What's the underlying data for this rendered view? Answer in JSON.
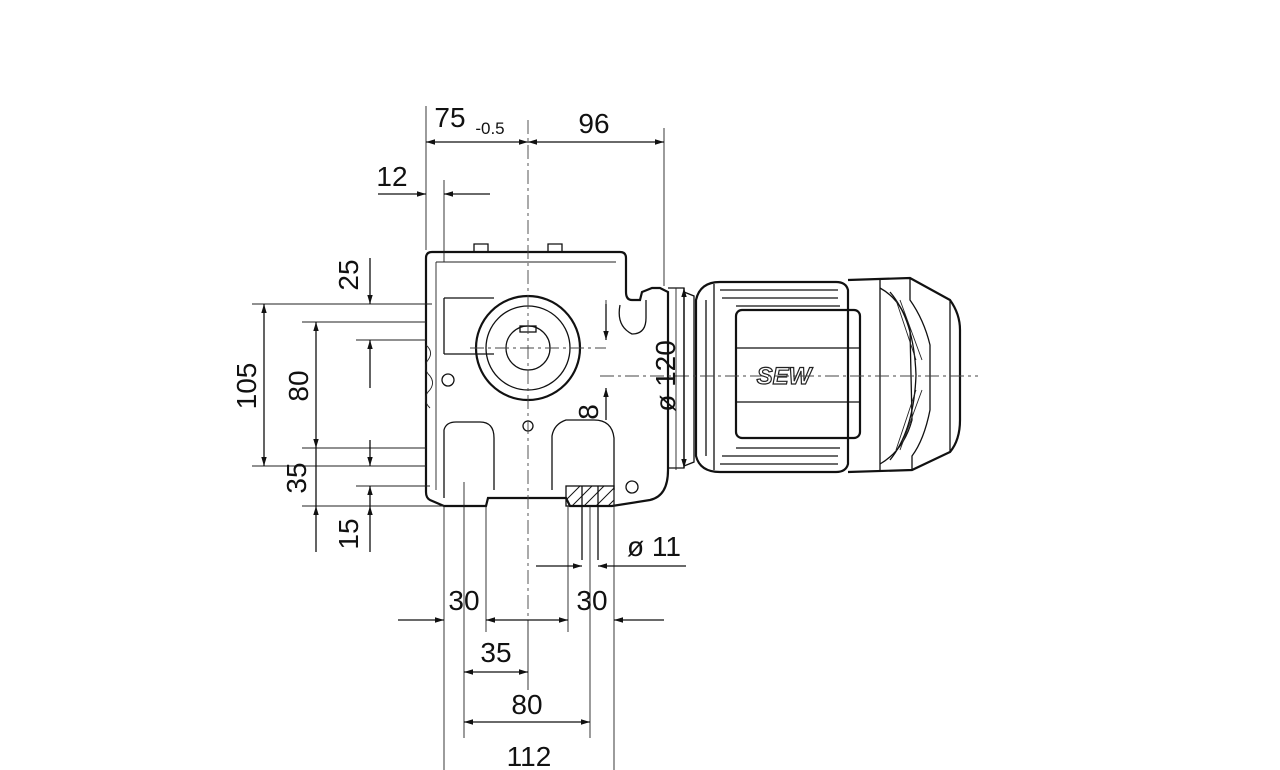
{
  "drawing": {
    "brand_logo": "SEW",
    "dimensions": {
      "top_left": "75",
      "top_left_tolerance": "-0.5",
      "top_right": "96",
      "flange_offset": "12",
      "left_25": "25",
      "left_105": "105",
      "left_80": "80",
      "left_35": "35",
      "left_15": "15",
      "bore_8": "8",
      "motor_diameter": "ø 120",
      "hole_diameter": "ø 11",
      "bottom_30_left": "30",
      "bottom_30_right": "30",
      "bottom_35": "35",
      "bottom_80": "80",
      "bottom_112": "112"
    }
  }
}
